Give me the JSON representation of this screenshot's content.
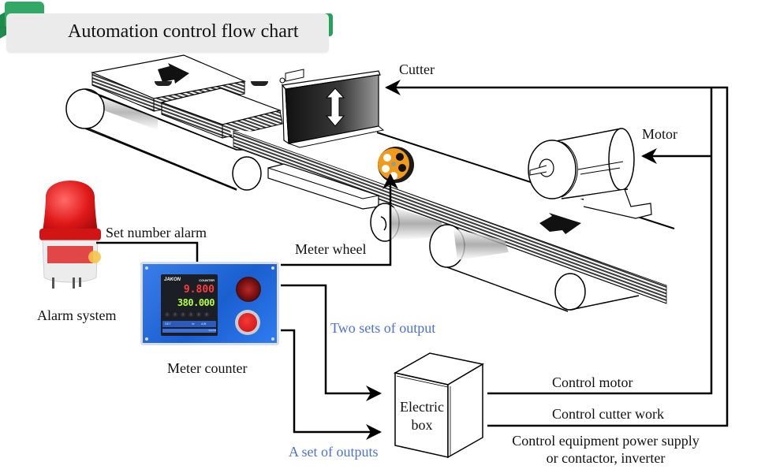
{
  "title": "Automation control flow chart",
  "colors": {
    "title_bg": "#ebebeb",
    "tab_green": "#33a865",
    "label_blue": "#4a72d4",
    "line": "#000000",
    "counter_blue": "#2a6ce0",
    "meter_wheel_orange": "#f29a1a"
  },
  "components": {
    "cutter": "Cutter",
    "motor": "Motor",
    "meter_wheel": "Meter wheel",
    "alarm_system": "Alarm system",
    "meter_counter": "Meter counter",
    "electric_box_line1": "Electric",
    "electric_box_line2": "box"
  },
  "connections": {
    "set_number_alarm": "Set number alarm",
    "two_sets_of_output": "Two sets of output",
    "a_set_of_outputs": "A set of outputs",
    "control_motor": "Control motor",
    "control_cutter_work": "Control cutter work",
    "note_line1": "Control equipment power supply",
    "note_line2": "or contactor, inverter"
  },
  "meter_counter_device": {
    "brand": "JAKON",
    "tag": "COUNTER",
    "preset_value": "9.800",
    "current_value": "380.000",
    "keys": [
      "1",
      "2",
      "3",
      "4",
      "5",
      "6"
    ],
    "buttons": [
      "SET",
      "≫",
      "A/B"
    ],
    "model": "SCN78"
  },
  "icons": {
    "alarm": "alarm-beacon-icon",
    "cutter": "cutter-blade-icon",
    "motor": "motor-icon",
    "meter_wheel": "meter-wheel-icon",
    "electric_box": "electric-box-icon",
    "arrow": "arrow-icon"
  }
}
